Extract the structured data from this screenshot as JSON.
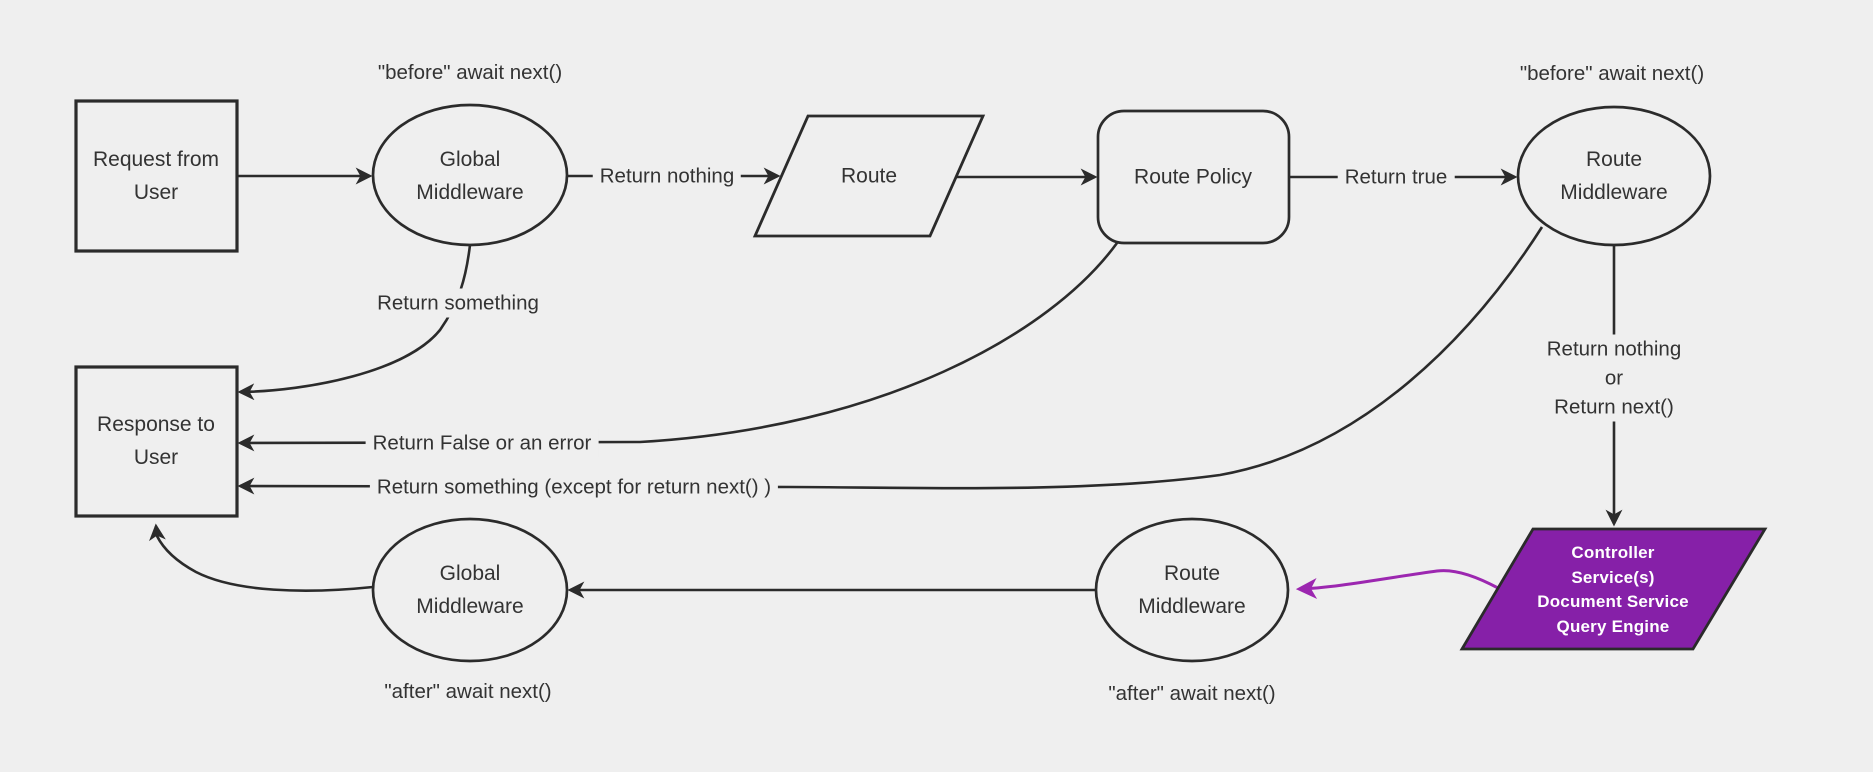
{
  "diagram": {
    "colors": {
      "background": "#efefef",
      "ink": "#2b2b2b",
      "text": "#333333",
      "purple_fill": "#8620a8",
      "purple_arrow": "#9c27b0"
    },
    "nodes": {
      "request": "Request from\nUser",
      "global_middleware_top": "Global\nMiddleware",
      "route": "Route",
      "route_policy": "Route Policy",
      "route_middleware_top": "Route\nMiddleware",
      "response": "Response to\nUser",
      "controller": "Controller\nService(s)\nDocument Service\nQuery Engine",
      "route_middleware_bottom": "Route\nMiddleware",
      "global_middleware_bottom": "Global\nMiddleware"
    },
    "labels": {
      "before_await_global": "\"before\" await next()",
      "before_await_route": "\"before\" await next()",
      "return_nothing": "Return nothing",
      "return_true": "Return true",
      "return_something": "Return something",
      "return_false": "Return False or an error",
      "return_something_except": "Return something (except for return next() )",
      "return_nothing_or_next": "Return nothing\nor\nReturn next()",
      "after_await_global": "\"after\" await next()",
      "after_await_route": "\"after\" await next()"
    }
  }
}
